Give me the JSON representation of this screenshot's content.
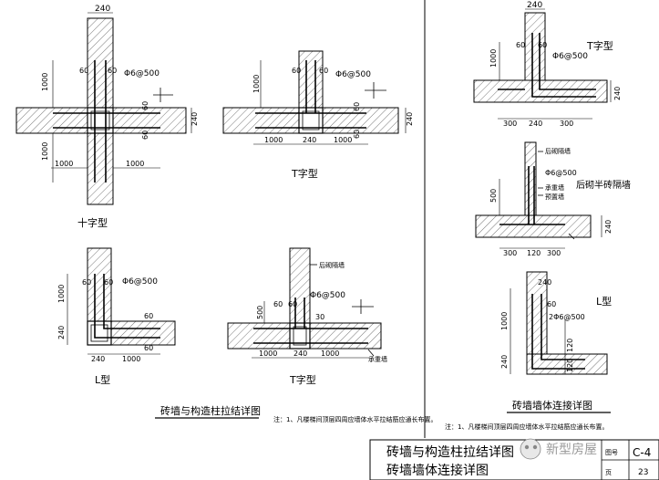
{
  "labels": {
    "cross": "十字型",
    "t_top": "T字型",
    "l_bottom": "L型",
    "t_bottom": "T字型",
    "t_right": "T字型",
    "l_right": "L型",
    "caption_left": "砖墙与构造柱拉结详图",
    "caption_right": "砖墙墙体连接详图",
    "rear_wall": "后砌半砖隔墙",
    "rear_wall_small": "后砌隔墙",
    "bearing_wall": "承重墙",
    "bearing_wall_r": "承重墙",
    "reinforced_wall": "预置墙"
  },
  "notes": {
    "left": "注：1、凡楼梯间顶层四周应墙体水平拉结筋应通长布置。",
    "right": "注：1、凡楼梯间顶层四周应墙体水平拉结筋应通长布置。"
  },
  "rebar": {
    "a": "Φ6@500",
    "b": "Φ6@500",
    "c": "Φ6@500",
    "d": "Φ6@500",
    "e": "Φ6@500",
    "f": "Φ6@500",
    "g": "2Φ6@500"
  },
  "dims": {
    "d240": "240",
    "d60": "60",
    "d1000": "1000",
    "d300": "300",
    "d500": "500",
    "d120": "120",
    "d30": "30"
  },
  "title_block": {
    "title_line1": "砖墙与构造柱拉结详图",
    "title_line2": "砖墙墙体连接详图",
    "label_drawing_no": "图号",
    "drawing_no": "C-4",
    "label_page": "页",
    "page": "23",
    "watermark": "新型房屋"
  }
}
